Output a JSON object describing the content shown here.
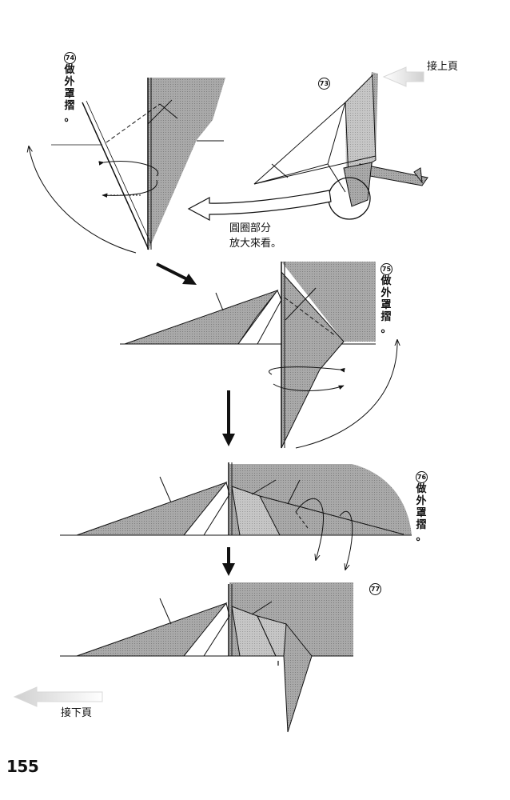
{
  "nav": {
    "prev_page": "接上頁",
    "next_page": "接下頁"
  },
  "page_number": "155",
  "callout": {
    "line1": "圓圈部分",
    "line2": "放大來看。"
  },
  "steps": [
    {
      "number": "74",
      "instruction": [
        "做",
        "外",
        "罩",
        "摺",
        "。"
      ]
    },
    {
      "number": "73",
      "instruction": []
    },
    {
      "number": "75",
      "instruction": [
        "做",
        "外",
        "罩",
        "摺",
        "。"
      ]
    },
    {
      "number": "76",
      "instruction": [
        "做",
        "外",
        "罩",
        "摺",
        "。"
      ]
    },
    {
      "number": "77",
      "instruction": []
    }
  ]
}
